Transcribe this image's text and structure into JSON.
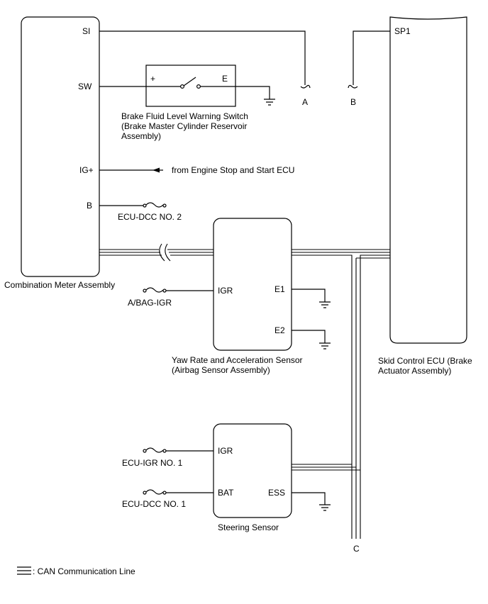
{
  "components": {
    "combination_meter": {
      "name": "Combination Meter Assembly",
      "pins": {
        "si": "SI",
        "sw": "SW",
        "ig": "IG+",
        "b": "B"
      }
    },
    "brake_switch": {
      "name_line1": "Brake Fluid Level Warning Switch",
      "name_line2": "(Brake Master Cylinder Reservoir",
      "name_line3": "Assembly)",
      "plus": "+",
      "e": "E"
    },
    "skid_control_ecu": {
      "name_line1": "Skid Control ECU (Brake",
      "name_line2": "Actuator Assembly)",
      "pin_sp1": "SP1"
    },
    "yaw_rate_sensor": {
      "name_line1": "Yaw Rate and Acceleration Sensor",
      "name_line2": "(Airbag Sensor Assembly)",
      "pins": {
        "igr": "IGR",
        "e1": "E1",
        "e2": "E2"
      }
    },
    "steering_sensor": {
      "name": "Steering Sensor",
      "pins": {
        "igr": "IGR",
        "bat": "BAT",
        "ess": "ESS"
      }
    }
  },
  "fuses": {
    "ecu_dcc2": "ECU-DCC NO. 2",
    "abag_igr": "A/BAG-IGR",
    "ecu_igr1": "ECU-IGR NO. 1",
    "ecu_dcc1": "ECU-DCC NO. 1"
  },
  "connectors": {
    "a": "A",
    "b": "B",
    "c": "C"
  },
  "notes": {
    "ig_source": "from Engine Stop and Start ECU"
  },
  "legend": {
    "can_line": ": CAN Communication Line"
  }
}
